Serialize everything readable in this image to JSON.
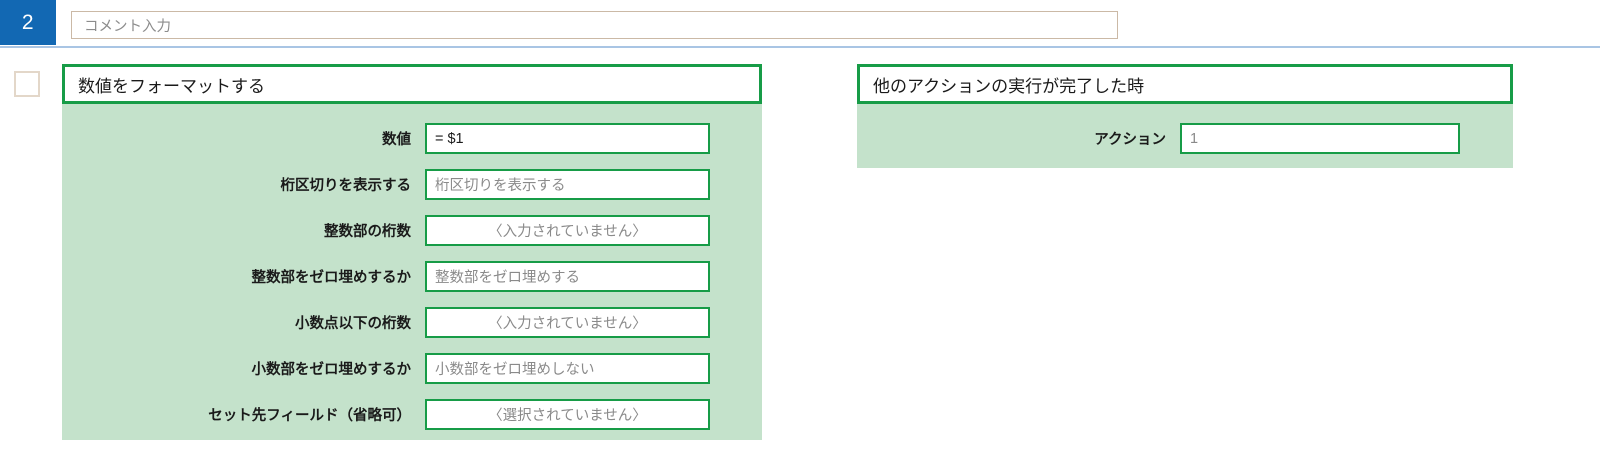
{
  "comment_bar": {
    "step_number": "2",
    "comment_placeholder": "コメント入力"
  },
  "left_card": {
    "checkbox_checked": false,
    "title": "数値をフォーマットする",
    "rows": [
      {
        "label": "数値",
        "value": "= $1",
        "state": "filled"
      },
      {
        "label": "桁区切りを表示する",
        "value": "桁区切りを表示する",
        "state": "placeholder"
      },
      {
        "label": "整数部の桁数",
        "value": "〈入力されていません〉",
        "state": "empty"
      },
      {
        "label": "整数部をゼロ埋めするか",
        "value": "整数部をゼロ埋めする",
        "state": "placeholder"
      },
      {
        "label": "小数点以下の桁数",
        "value": "〈入力されていません〉",
        "state": "empty"
      },
      {
        "label": "小数部をゼロ埋めするか",
        "value": "小数部をゼロ埋めしない",
        "state": "placeholder"
      },
      {
        "label": "セット先フィールド（省略可）",
        "value": "〈選択されていません〉",
        "state": "empty"
      }
    ]
  },
  "right_card": {
    "title": "他のアクションの実行が完了した時",
    "rows": [
      {
        "label": "アクション",
        "value": "1",
        "state": "grey-num"
      }
    ]
  },
  "colors": {
    "badge_blue": "#1268b3",
    "panel_green_fill": "#c4e2cb",
    "panel_green_border": "#179c47",
    "comment_border_tan": "#cbb9a6",
    "divider_blue": "#a9c5e4",
    "checkbox_border": "#e3d7c9"
  }
}
